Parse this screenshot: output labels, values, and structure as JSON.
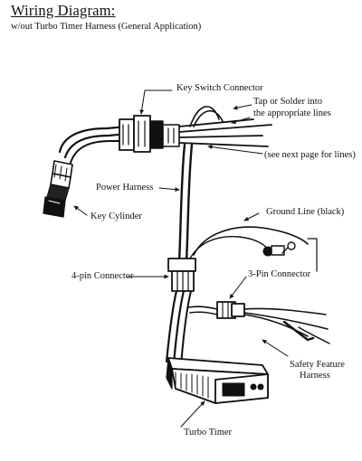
{
  "header": {
    "title": "Wiring Diagram:",
    "subtitle": "w/out Turbo Timer Harness (General Application)"
  },
  "labels": {
    "key_switch_connector": "Key Switch Connector",
    "tap_or_solder_line1": "Tap or Solder into",
    "tap_or_solder_line2": "the appropriate lines",
    "see_next_page": "(see next page for lines)",
    "power_harness": "Power Harness",
    "key_cylinder": "Key Cylinder",
    "ground_line": "Ground Line (black)",
    "four_pin_connector": "4-pin Connector",
    "three_pin_connector": "3-Pin Connector",
    "safety_feature_line1": "Safety Feature",
    "safety_feature_line2": "Harness",
    "turbo_timer": "Turbo Timer"
  }
}
